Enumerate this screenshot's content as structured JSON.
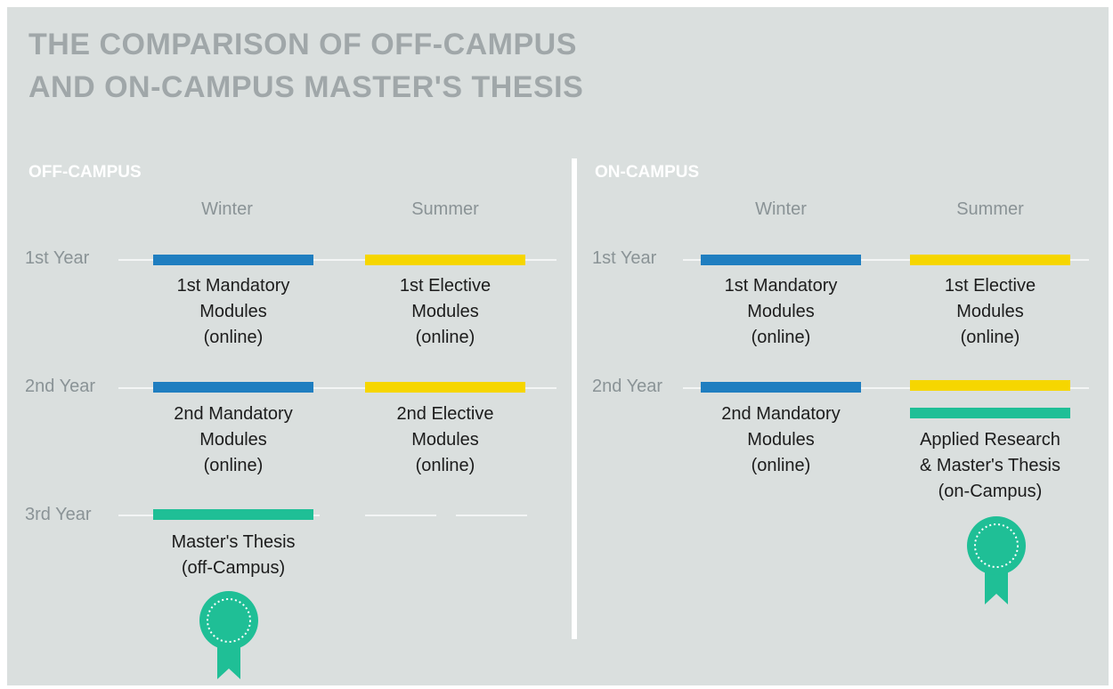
{
  "title_line1": "THE COMPARISON OF OFF-CAMPUS",
  "title_line2": "AND ON-CAMPUS MASTER'S THESIS",
  "off_campus": {
    "heading": "OFF-CAMPUS",
    "winter": "Winter",
    "summer": "Summer",
    "year1": "1st Year",
    "year2": "2nd Year",
    "year3": "3rd Year",
    "y1_winter": [
      "1st Mandatory",
      "Modules",
      "(online)"
    ],
    "y1_summer": [
      "1st Elective",
      "Modules",
      "(online)"
    ],
    "y2_winter": [
      "2nd Mandatory",
      "Modules",
      "(online)"
    ],
    "y2_summer": [
      "2nd Elective",
      "Modules",
      "(online)"
    ],
    "y3_winter": [
      "Master's Thesis",
      "(off-Campus)"
    ]
  },
  "on_campus": {
    "heading": "ON-CAMPUS",
    "winter": "Winter",
    "summer": "Summer",
    "year1": "1st Year",
    "year2": "2nd Year",
    "y1_winter": [
      "1st Mandatory",
      "Modules",
      "(online)"
    ],
    "y1_summer": [
      "1st Elective",
      "Modules",
      "(online)"
    ],
    "y2_winter": [
      "2nd Mandatory",
      "Modules",
      "(online)"
    ],
    "y2_summer": [
      "Applied Research",
      "& Master's Thesis",
      "(on-Campus)"
    ]
  },
  "colors": {
    "mandatory": "#1f7ec0",
    "elective": "#f6d600",
    "thesis": "#1fbf96",
    "background": "#dadfde"
  },
  "icons": [
    "award-ribbon-icon",
    "award-ribbon-icon"
  ]
}
